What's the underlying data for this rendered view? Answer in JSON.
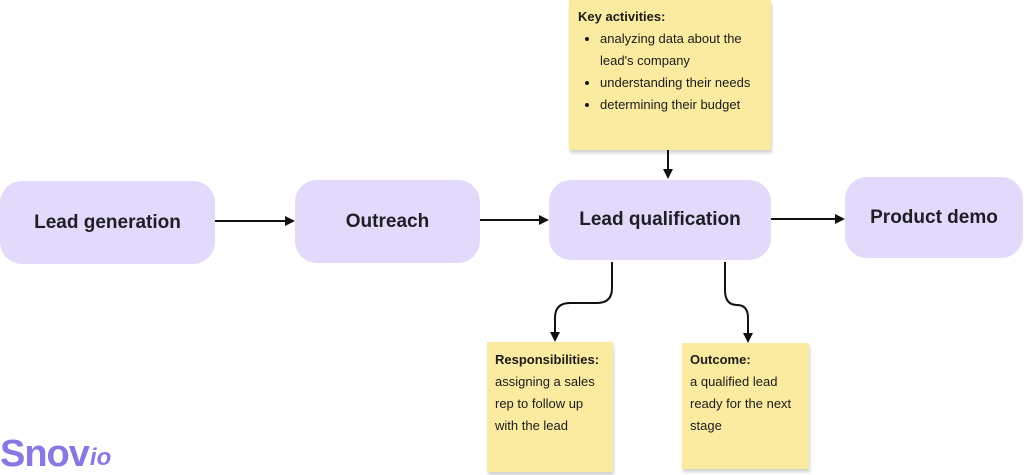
{
  "stages": {
    "lead_generation": "Lead generation",
    "outreach": "Outreach",
    "lead_qualification": "Lead qualification",
    "product_demo": "Product demo"
  },
  "key_activities": {
    "heading": "Key activities:",
    "items": [
      "analyzing data about the lead's company",
      "understanding their needs",
      "determining their budget"
    ]
  },
  "responsibilities": {
    "heading": "Responsibilities:",
    "text": "assigning a sales rep to follow up with the lead"
  },
  "outcome": {
    "heading": "Outcome:",
    "text": "a qualified lead ready for the next stage"
  },
  "logo": {
    "main": "Snov",
    "suffix": "io"
  },
  "colors": {
    "stage_fill": "#e3d9fb",
    "note_fill": "#fbeba0",
    "logo": "#8a78e2",
    "arrow": "#111111"
  }
}
